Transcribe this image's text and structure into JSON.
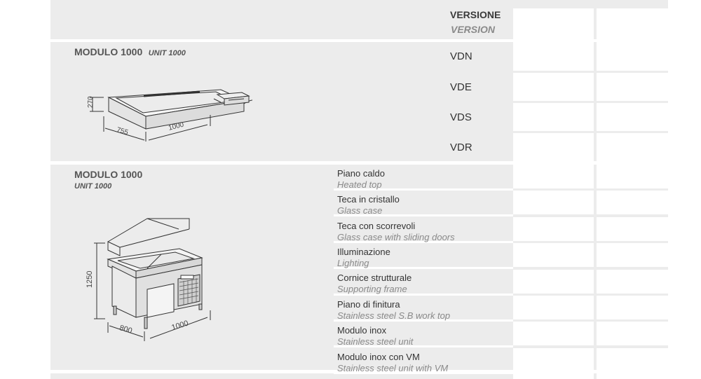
{
  "header": {
    "versione_it": "VERSIONE",
    "versione_en": "VERSION"
  },
  "section1": {
    "title": "MODULO 1000",
    "subtitle": "UNIT 1000",
    "dims": {
      "height": "270",
      "depth": "755",
      "width": "1000"
    },
    "versions": [
      "VDN",
      "VDE",
      "VDS",
      "VDR"
    ]
  },
  "section2": {
    "title": "MODULO 1000",
    "subtitle": "UNIT 1000",
    "dims": {
      "height": "1250",
      "depth": "800",
      "width": "1000"
    },
    "features": [
      {
        "it": "Piano caldo",
        "en": "Heated top"
      },
      {
        "it": "Teca in cristallo",
        "en": "Glass case"
      },
      {
        "it": "Teca con scorrevoli",
        "en": "Glass case with sliding doors"
      },
      {
        "it": "Illuminazione",
        "en": "Lighting"
      },
      {
        "it": "Cornice strutturale",
        "en": "Supporting frame"
      },
      {
        "it": "Piano di finitura",
        "en": "Stainless steel S.B work top"
      },
      {
        "it": "Modulo inox",
        "en": "Stainless steel unit"
      },
      {
        "it": "Modulo inox con VM",
        "en": "Stainless steel unit with VM"
      }
    ]
  }
}
